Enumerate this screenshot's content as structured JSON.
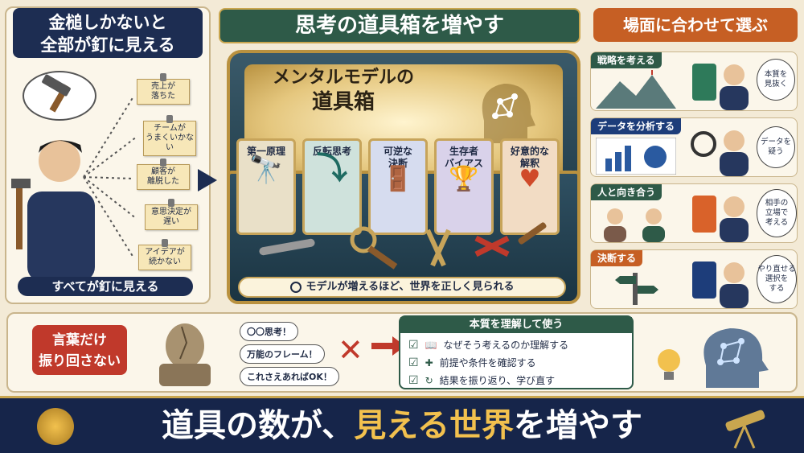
{
  "left": {
    "title_line1": "金槌しかないと",
    "title_line2": "全部が釘に見える",
    "notes": [
      "売上が\n落ちた",
      "チームが\nうまくいかない",
      "顧客が\n離脱した",
      "意思決定が\n遅い",
      "アイデアが\n続かない"
    ],
    "footer": "すべてが釘に見える"
  },
  "center": {
    "title": "思考の道具箱を増やす",
    "chest_title_line1": "メンタルモデルの",
    "chest_title_line2": "道具箱",
    "cards": [
      {
        "label": "第一原理",
        "color": "#e9e0c8"
      },
      {
        "label": "反転思考",
        "color": "#cfe2dc"
      },
      {
        "label": "可逆な\n決断",
        "color": "#d6dcef"
      },
      {
        "label": "生存者\nバイアス",
        "color": "#d9d2ea"
      },
      {
        "label": "好意的な\n解釈",
        "color": "#f2dcc4"
      }
    ],
    "caption": "モデルが増えるほど、世界を正しく見られる"
  },
  "right": {
    "title": "場面に合わせて選ぶ",
    "scenes": [
      {
        "tag": "戦略を考える",
        "tag_color": "#2e5a48",
        "bubble": "本質を\n見抜く"
      },
      {
        "tag": "データを分析する",
        "tag_color": "#1d3d7a",
        "bubble": "データを\n疑う"
      },
      {
        "tag": "人と向き合う",
        "tag_color": "#2e5a48",
        "bubble": "相手の\n立場で\n考える"
      },
      {
        "tag": "決断する",
        "tag_color": "#c65f24",
        "bubble": "やり直せる\n選択を\nする"
      }
    ]
  },
  "bottom": {
    "words_tag_line1": "言葉だけ",
    "words_tag_line2": "振り回さない",
    "speech": [
      "〇〇思考！",
      "万能のフレーム！",
      "これさえあればOK！"
    ],
    "use_title": "本質を理解して使う",
    "use_items": [
      "なぜそう考えるのか理解する",
      "前提や条件を確認する",
      "結果を振り返り、学び直す"
    ]
  },
  "footer": {
    "part1": "道具の数が、",
    "part2": "見える世界",
    "part3": "を増やす"
  },
  "colors": {
    "navy": "#1d2d52",
    "green": "#2e5a48",
    "orange": "#c65f24",
    "red": "#c0392b",
    "gold": "#f2c14e"
  }
}
